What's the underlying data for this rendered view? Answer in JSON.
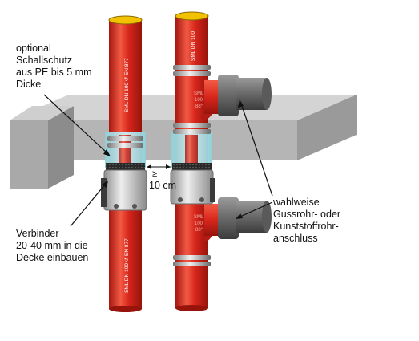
{
  "labels": {
    "schallschutz": "optional\nSchallschutz\naus PE bis 5 mm\nDicke",
    "verbinder": "Verbinder\n20-40 mm in die\nDecke einbauen",
    "anschluss": "wahlweise\nGussrohr- oder\nKunststoffrohr-\nanschluss",
    "gap_symbol": "≥",
    "gap_value": "10 cm"
  },
  "pipe_print": {
    "left_upper": "SML  DN 100  ↺  EN 877",
    "left_lower": "SML  DN 100  ↺  EN 877",
    "right_top": "SML  DN 100",
    "branch_upper": "SML\n100\n88°",
    "branch_lower": "SML\n100\n88°"
  },
  "colors": {
    "pipe_red": "#d8261c",
    "pipe_dark": "#a51810",
    "pipe_light": "#f25a44",
    "pipe_inner": "#f2c200",
    "slab": "#b9b9b9",
    "slab_top": "#d4d4d4",
    "slab_side": "#9a9a9a",
    "insulation": "#aee0e6",
    "coupling": "#c8c8c8",
    "plastic_pipe": "#6d6d6d"
  }
}
